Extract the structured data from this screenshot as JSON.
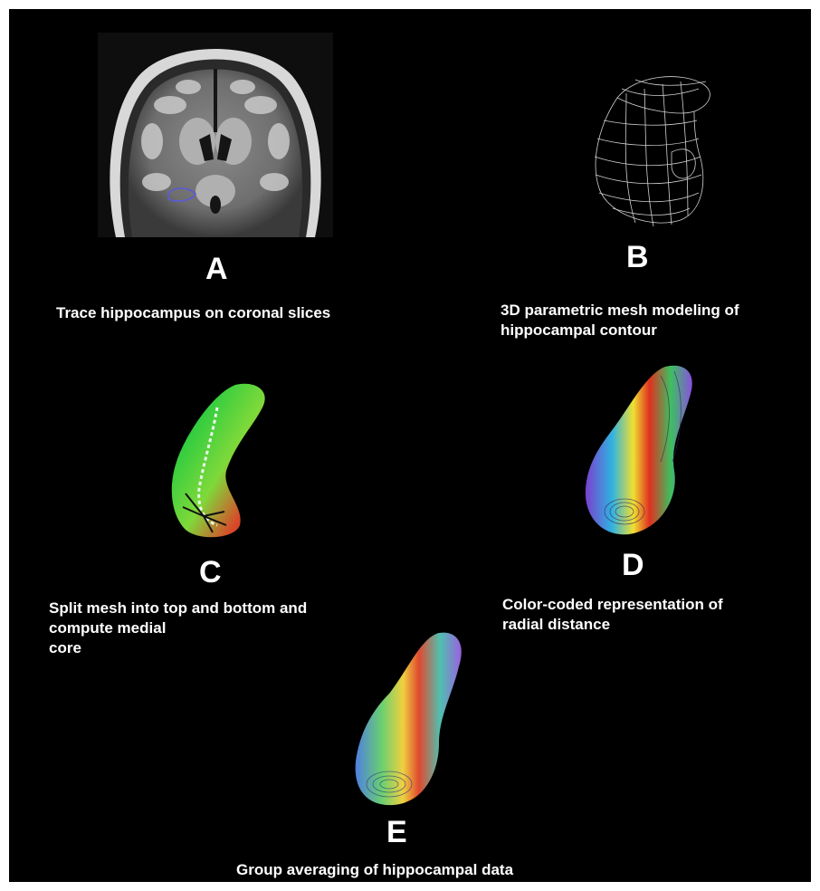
{
  "panels": [
    {
      "id": "A",
      "letter": "A",
      "caption_lines": [
        "Trace hippocampus on coronal slices"
      ]
    },
    {
      "id": "B",
      "letter": "B",
      "caption_lines": [
        "3D parametric mesh modeling of",
        "hippocampal contour"
      ]
    },
    {
      "id": "C",
      "letter": "C",
      "caption_lines": [
        "Split mesh into top and bottom and",
        "compute medial",
        "core"
      ]
    },
    {
      "id": "D",
      "letter": "D",
      "caption_lines": [
        "Color-coded representation of",
        "radial distance"
      ]
    },
    {
      "id": "E",
      "letter": "E",
      "caption_lines": [
        "Group averaging of hippocampal data"
      ]
    }
  ],
  "colors": {
    "background": "#000000",
    "border": "#ffffff",
    "text": "#ffffff"
  }
}
